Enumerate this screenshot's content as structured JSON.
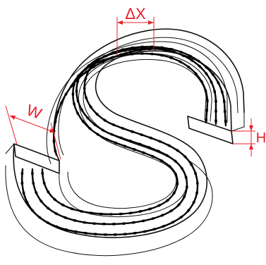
{
  "figure": {
    "dimensions": {
      "delta_x": "ΔX",
      "width": "W",
      "height": "H"
    },
    "colors": {
      "outline": "#111111",
      "dimension": "#e8202a",
      "background": "#ffffff"
    }
  }
}
